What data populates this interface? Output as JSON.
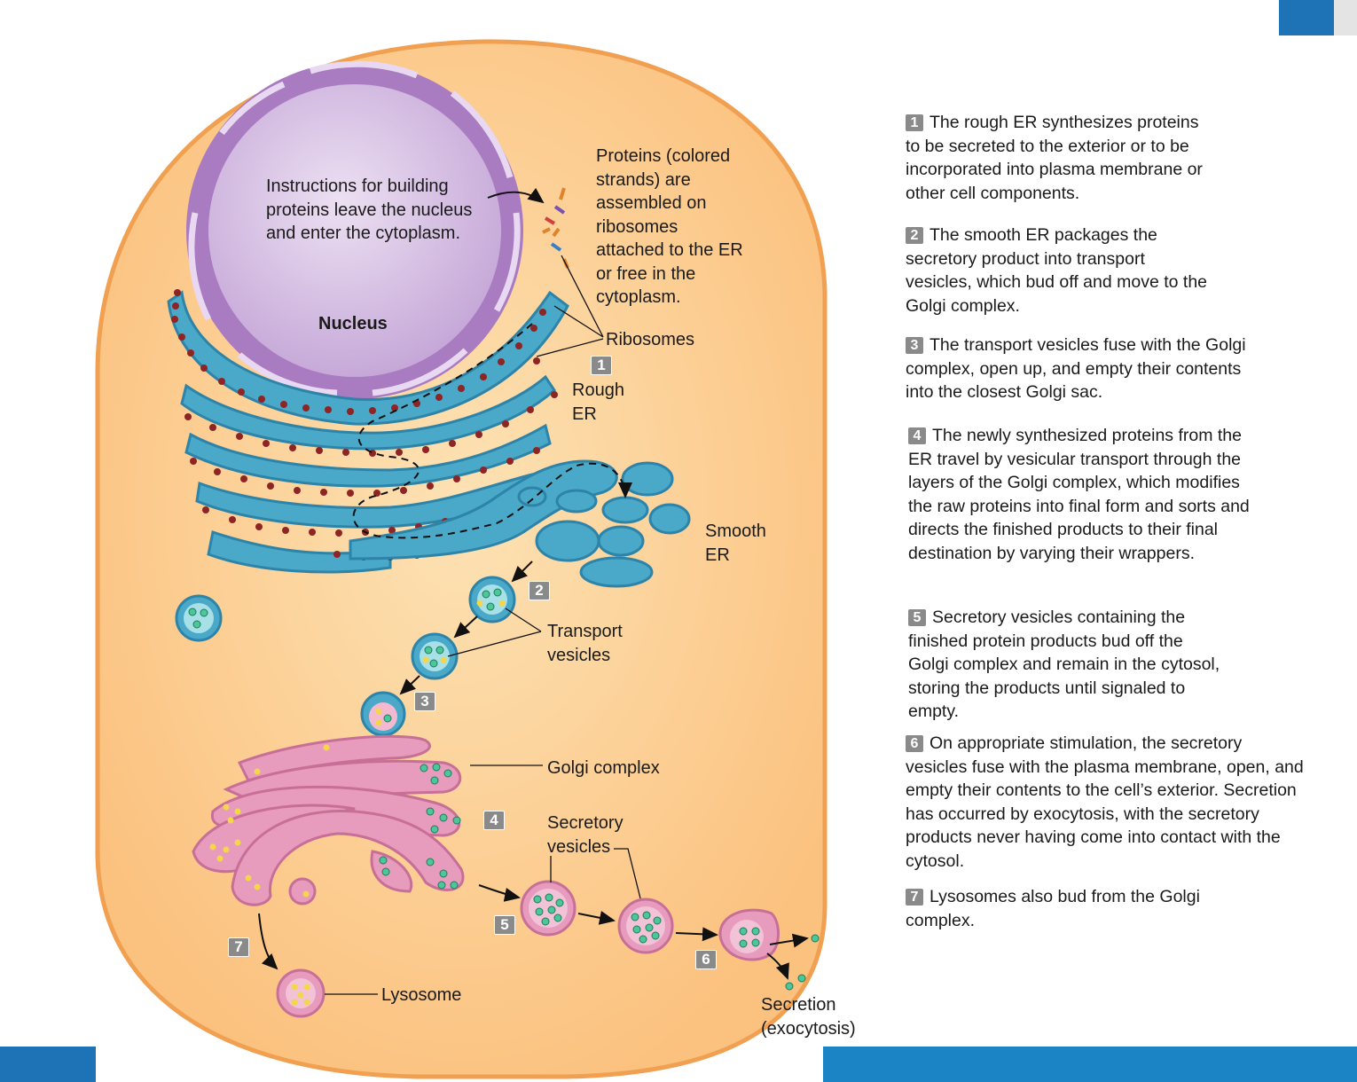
{
  "labels": {
    "instructions": "Instructions for building proteins leave the nucleus and enter the cytoplasm.",
    "nucleus": "Nucleus",
    "proteins": "Proteins (colored strands) are assembled on ribosomes attached to the ER or free in the cytoplasm.",
    "ribosomes": "Ribosomes",
    "rough_er": "Rough ER",
    "smooth_er": "Smooth ER",
    "transport_vesicles": "Transport vesicles",
    "golgi": "Golgi complex",
    "secretory_vesicles": "Secretory vesicles",
    "lysosome": "Lysosome",
    "secretion": "Secretion (exocytosis)"
  },
  "badges": [
    "1",
    "2",
    "3",
    "4",
    "5",
    "6",
    "7"
  ],
  "steps": [
    {
      "num": "1",
      "text": "The rough ER synthesizes proteins to be secreted to the exterior or to be incorporated into plasma membrane or other cell components."
    },
    {
      "num": "2",
      "text": "The smooth ER packages the secretory product into transport vesicles, which bud off and move to the Golgi complex."
    },
    {
      "num": "3",
      "text": "The transport vesicles fuse with the Golgi complex, open up, and empty their contents into the closest Golgi sac."
    },
    {
      "num": "4",
      "text": "The newly synthesized proteins from the ER travel by vesicular transport through the layers of the Golgi complex, which modifies the raw proteins into final form and sorts and directs the finished products to their final destination by varying their wrappers."
    },
    {
      "num": "5",
      "text": "Secretory vesicles containing the finished protein products bud off the Golgi complex and remain in the cytosol, storing the products until signaled to empty."
    },
    {
      "num": "6",
      "text": "On appropriate stimulation, the secretory vesicles fuse with the plasma membrane, open, and empty their contents to the cell’s exterior. Secretion has occurred by exocytosis, with the secretory products never having come into contact with the cytosol."
    },
    {
      "num": "7",
      "text": "Lysosomes also bud from the Golgi complex."
    }
  ],
  "colors": {
    "cytoplasm": "#fbc88a",
    "membrane": "#f0a050",
    "nucleus": "#c9a8d8",
    "nuclear_envelope": "#a97bc0",
    "er": "#4aa8c8",
    "ribosome": "#9b2a2a",
    "golgi": "#e79bbd",
    "vesicle_content_green": "#4cc79a",
    "vesicle_content_yellow": "#f4d64a",
    "corner_blue": "#1d73b6"
  }
}
